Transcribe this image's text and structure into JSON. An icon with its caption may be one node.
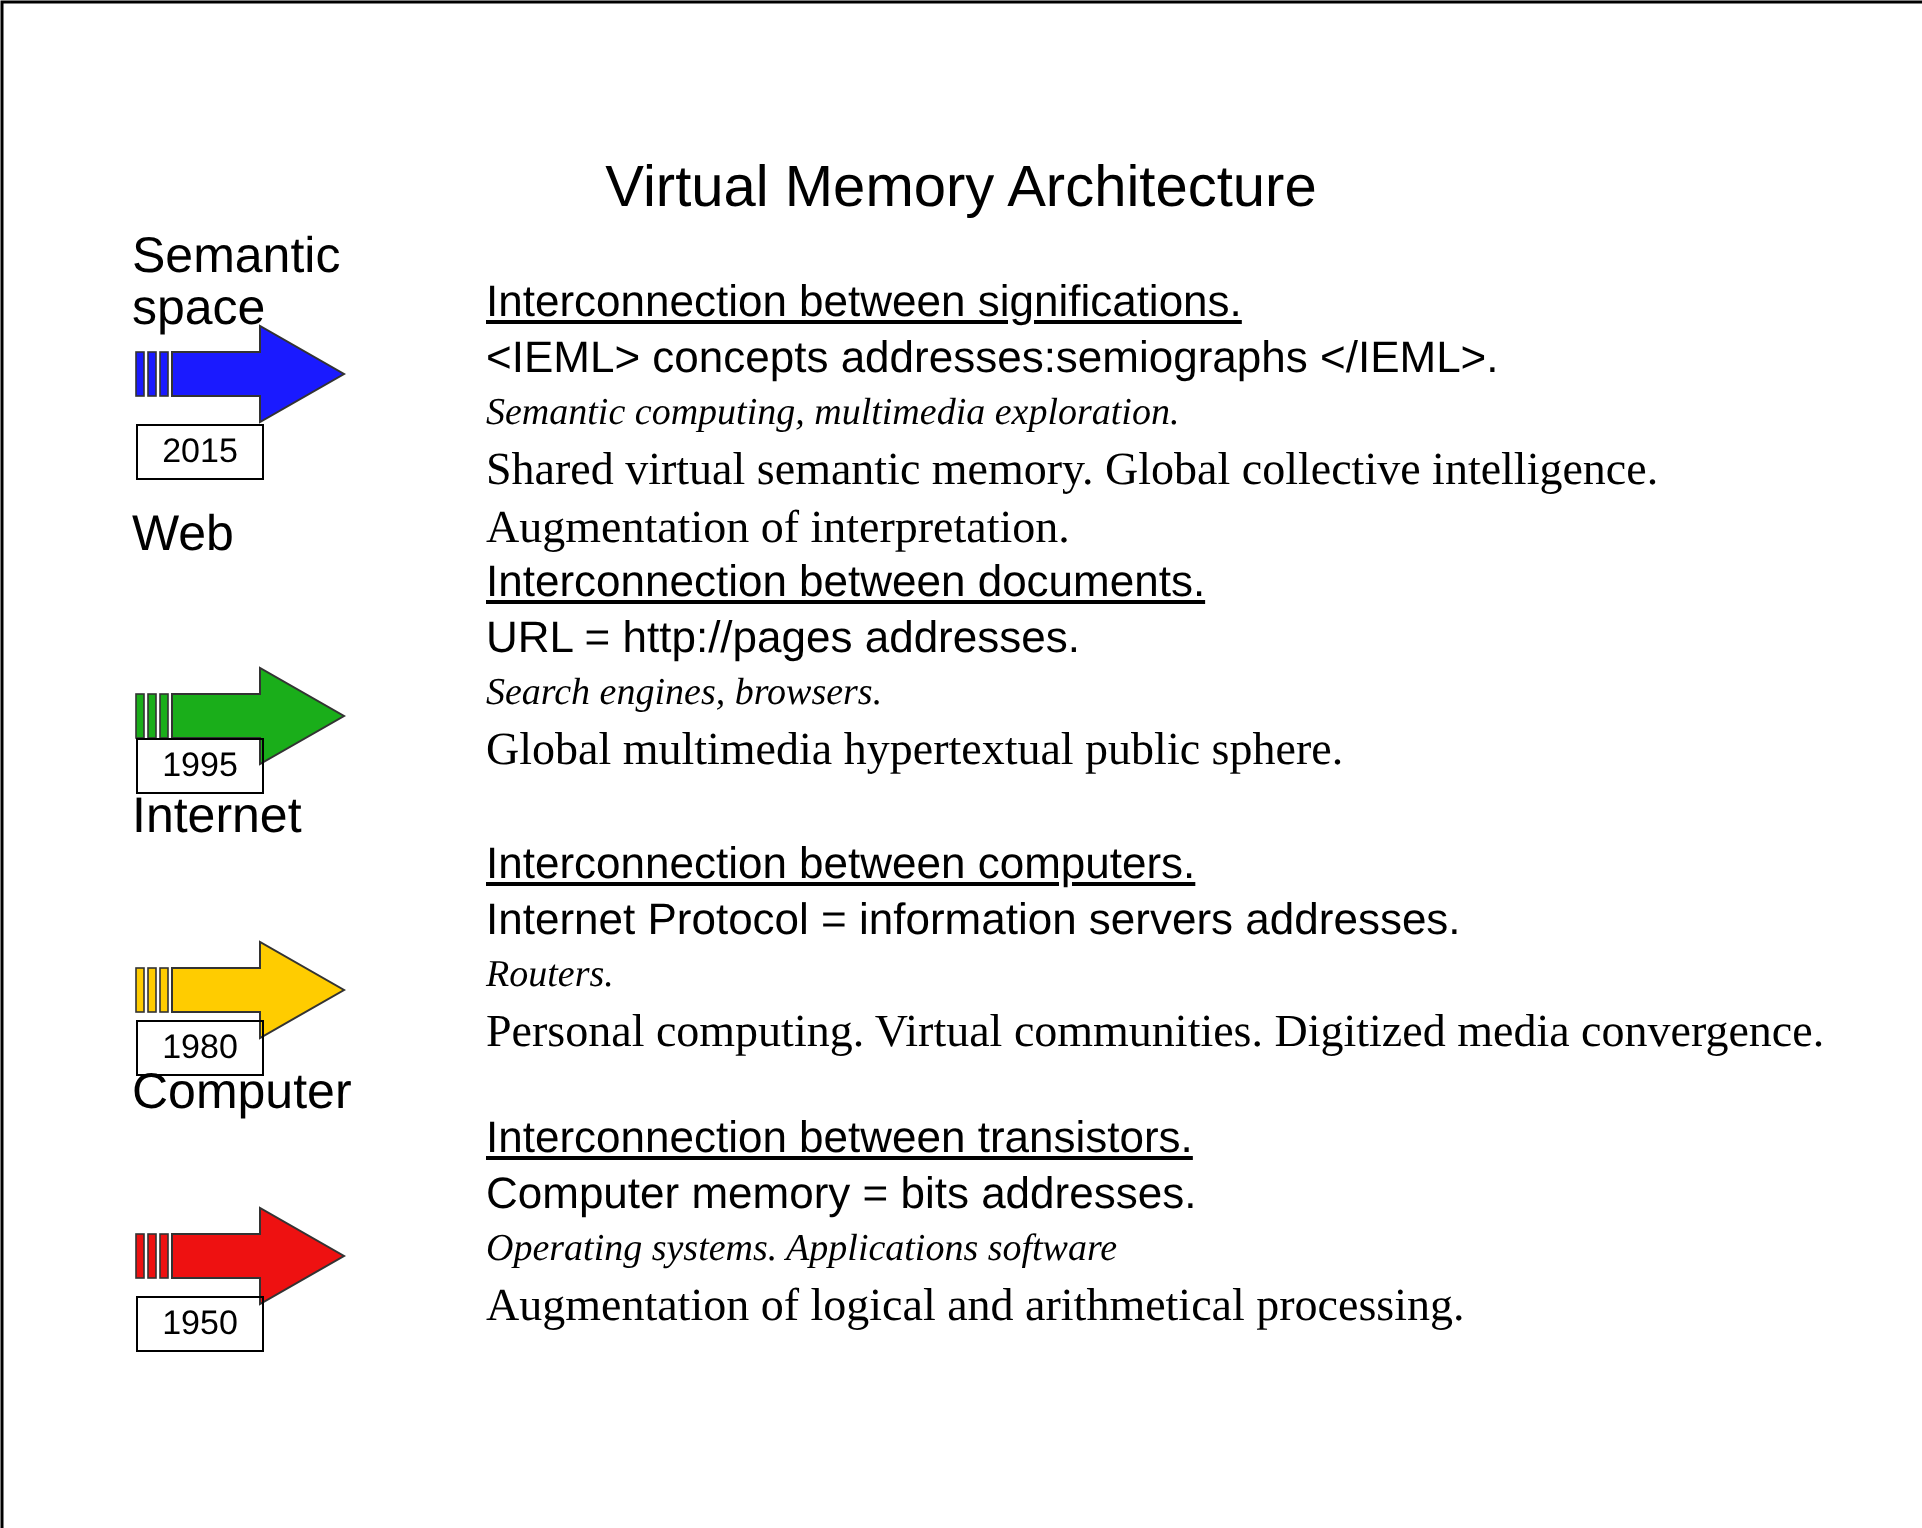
{
  "diagram": {
    "title": "Virtual Memory Architecture",
    "nodes": [
      {
        "text": [
          "2015"
        ]
      },
      {
        "text": [
          "1995"
        ]
      },
      {
        "text": [
          "1980"
        ]
      },
      {
        "text": [
          "1950"
        ]
      }
    ],
    "labels": [
      "Semantic space",
      "Interconnection between significations.",
      "<IEML> concepts addresses:semiographs </IEML>.",
      "Semantic computing, multimedia exploration.",
      "Shared virtual semantic memory. Global collective intelligence. Augmentation of interpretation.",
      "Web",
      "Interconnection between documents.",
      "URL = http://pages addresses.",
      "Search engines, browsers.",
      "Global multimedia hypertextual public sphere.",
      "Internet",
      "Interconnection between computers.",
      "Internet Protocol = information servers addresses.",
      "Routers.",
      "Personal computing. Virtual communities. Digitized media convergence.",
      "Computer",
      "Interconnection between transistors.",
      "Computer memory = bits addresses.",
      "Operating systems. Applications software",
      "Augmentation of logical and arithmetical processing."
    ]
  }
}
